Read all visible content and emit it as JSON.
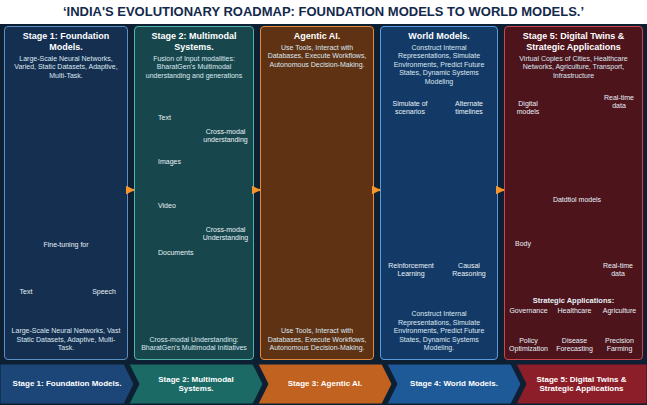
{
  "diagram": {
    "title": "‘INDIA'S EVOLUTIONARY ROADMAP: FOUNDATION MODELS TO WORLD MODELS.’",
    "nodes": [
      {
        "text": [
          "Stage 1: Foundation Models.",
          "Large-Scale Neural Networks, Varied, Static Datasets, Adaptive, Multi-Task.",
          "Large-Scale Neural Networks, Vast Static Datasets, Adaptive, Multi-Task."
        ]
      },
      {
        "text": [
          "Stage 2: Multimodal Systems.",
          "Fusion of Input modalities: BharatGen's Multimodal understanding and generations",
          "Cross-modal Understanding: BharatGen's Multimodal Initiatives"
        ]
      },
      {
        "text": [
          "Agentic AI.",
          "Use Tools, Interact with Databases, Execute Workflows, Autonomous Decision-Making.",
          "Use Tools, Interact with Databases, Execute Workflows, Autonomous Decision-Making."
        ]
      },
      {
        "text": [
          "World Models.",
          "Construct Internal Representations, Simulate Environments, Predict Future States, Dynamic Systems Modeling",
          "Construct Internal Representations, Simulate Environments, Predict Future States, Dynamic Systems Modeling."
        ]
      },
      {
        "text": [
          "Stage 5: Digital Twins & Strategic Applications",
          "Virtual Copies of Cities, Healthcare Networks, Agriculture, Transport, Infrastructure"
        ]
      },
      {
        "text": [
          "Stage 1: Foundation Models."
        ]
      },
      {
        "text": [
          "Stage 2: Multimodal Systems."
        ]
      },
      {
        "text": [
          "Stage 3: Agentic AI."
        ]
      },
      {
        "text": [
          "Stage 4: World Models."
        ]
      },
      {
        "text": [
          "Stage 5: Digital Twins & Strategic Applications"
        ]
      }
    ],
    "edges": [
      {
        "from": 0,
        "to": 1,
        "arrow": "to"
      },
      {
        "from": 1,
        "to": 2,
        "arrow": "to"
      },
      {
        "from": 2,
        "to": 3,
        "arrow": "to"
      },
      {
        "from": 3,
        "to": 4,
        "arrow": "to"
      }
    ],
    "labels": [
      "Fine-tuning for",
      "Text",
      "Speech",
      "Text",
      "Images",
      "Video",
      "Documents",
      "Cross-modal understanding",
      "Cross-modal Understanding",
      "Simulate of scenarios",
      "Alternate timelines",
      "Reinforcement Learning",
      "Causal Reasoning",
      "Digital models",
      "Real-time data",
      "Datdtiol models",
      "Body",
      "Real-time data",
      "Strategic Applications:",
      "Governance",
      "Healthcare",
      "Agriculture",
      "Policy Optimization",
      "Disease Forecasting",
      "Precision Farming"
    ]
  }
}
